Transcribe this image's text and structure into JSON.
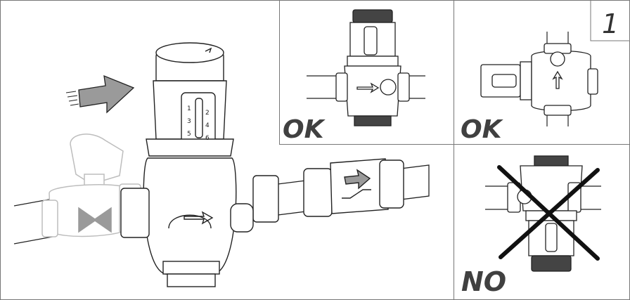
{
  "figure_number": "1",
  "panels": {
    "ok_vertical": {
      "label": "OK"
    },
    "ok_horizontal": {
      "label": "OK"
    },
    "no_inverted": {
      "label": "NO"
    }
  },
  "scale_marks": {
    "left": [
      "1",
      "3",
      "5"
    ],
    "right": [
      "2",
      "4",
      "6"
    ]
  },
  "colors": {
    "line": "#222222",
    "label": "#404040",
    "faded": "#bdbdbd",
    "arrow_fill": "#9a9a9a",
    "cross": "#111111"
  }
}
